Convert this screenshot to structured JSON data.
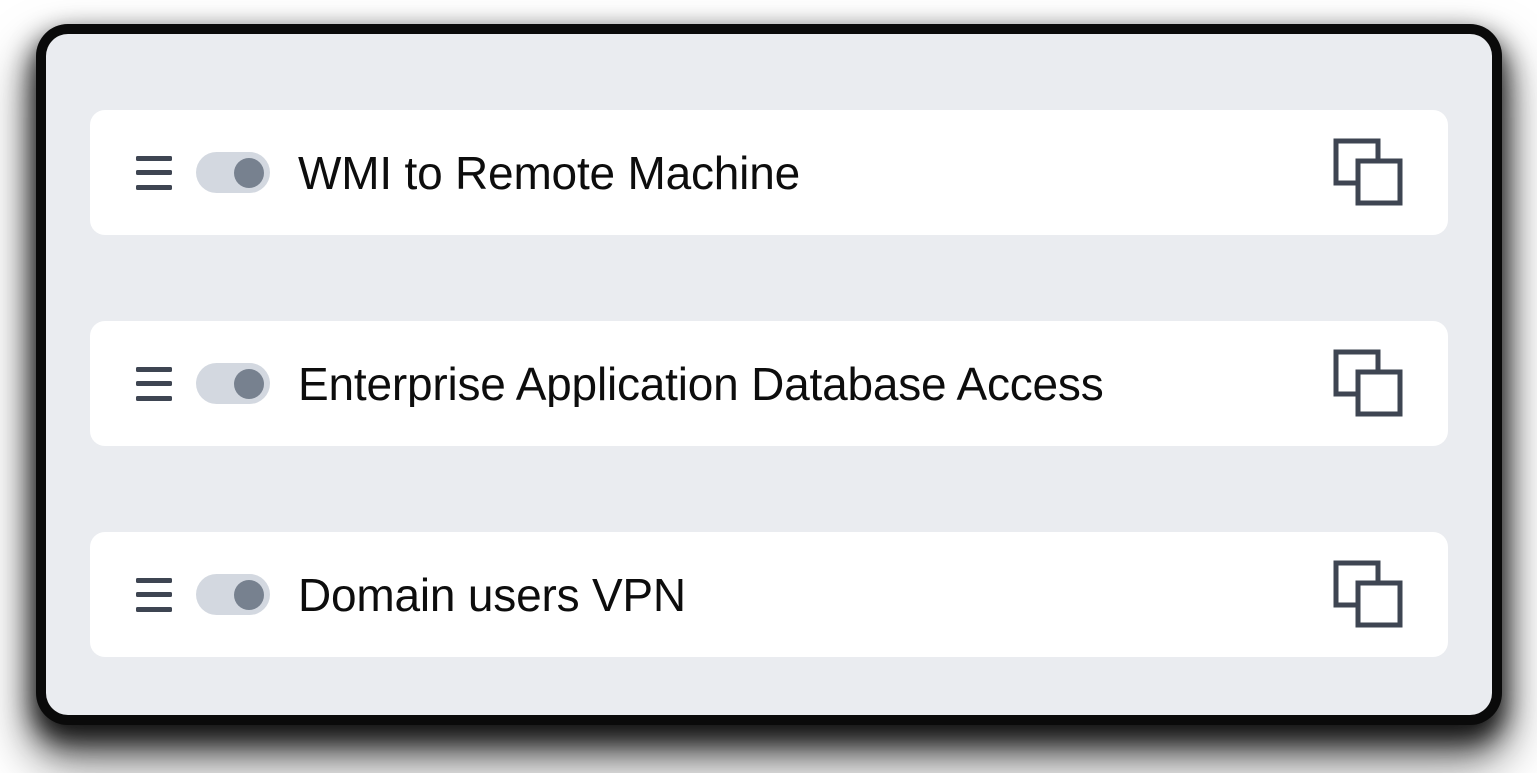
{
  "panel": {
    "background_color": "#EAECF0",
    "card_background_color": "#FFFFFF",
    "accent_icon_color": "#3E4552",
    "toggle_track_color": "#D3D8E0",
    "toggle_knob_color": "#77818F",
    "label_color": "#0D0D0D"
  },
  "rows": [
    {
      "label": "WMI to Remote Machine",
      "drag_handle_icon": "hamburger-drag-icon",
      "toggle": {
        "state": "on",
        "aria_label": "WMI to Remote Machine"
      },
      "copy_icon": "copy-duplicate-icon"
    },
    {
      "label": "Enterprise Application Database Access",
      "drag_handle_icon": "hamburger-drag-icon",
      "toggle": {
        "state": "on",
        "aria_label": "Enterprise Application Database Access"
      },
      "copy_icon": "copy-duplicate-icon"
    },
    {
      "label": "Domain users VPN",
      "drag_handle_icon": "hamburger-drag-icon",
      "toggle": {
        "state": "on",
        "aria_label": "Domain users VPN"
      },
      "copy_icon": "copy-duplicate-icon"
    }
  ]
}
